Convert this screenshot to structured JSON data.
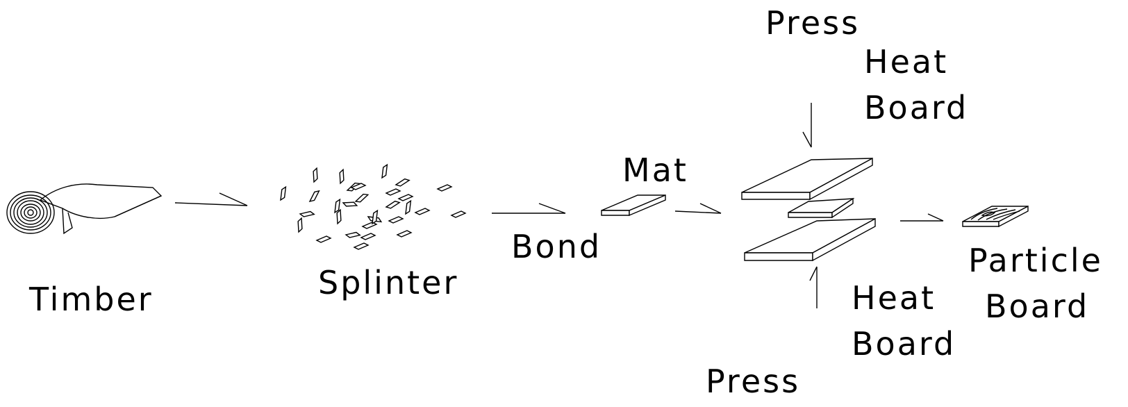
{
  "labels": {
    "timber": "Timber",
    "splinter": "Splinter",
    "bond": "Bond",
    "mat": "Mat",
    "press_top": "Press",
    "heat_board_top_line1": "Heat",
    "heat_board_top_line2": "Board",
    "heat_board_bottom_line1": "Heat",
    "heat_board_bottom_line2": "Board",
    "press_bottom": "Press",
    "particle_board_line1": "Particle",
    "particle_board_line2": "Board"
  },
  "colors": {
    "line": "#000000",
    "background": "#ffffff"
  }
}
